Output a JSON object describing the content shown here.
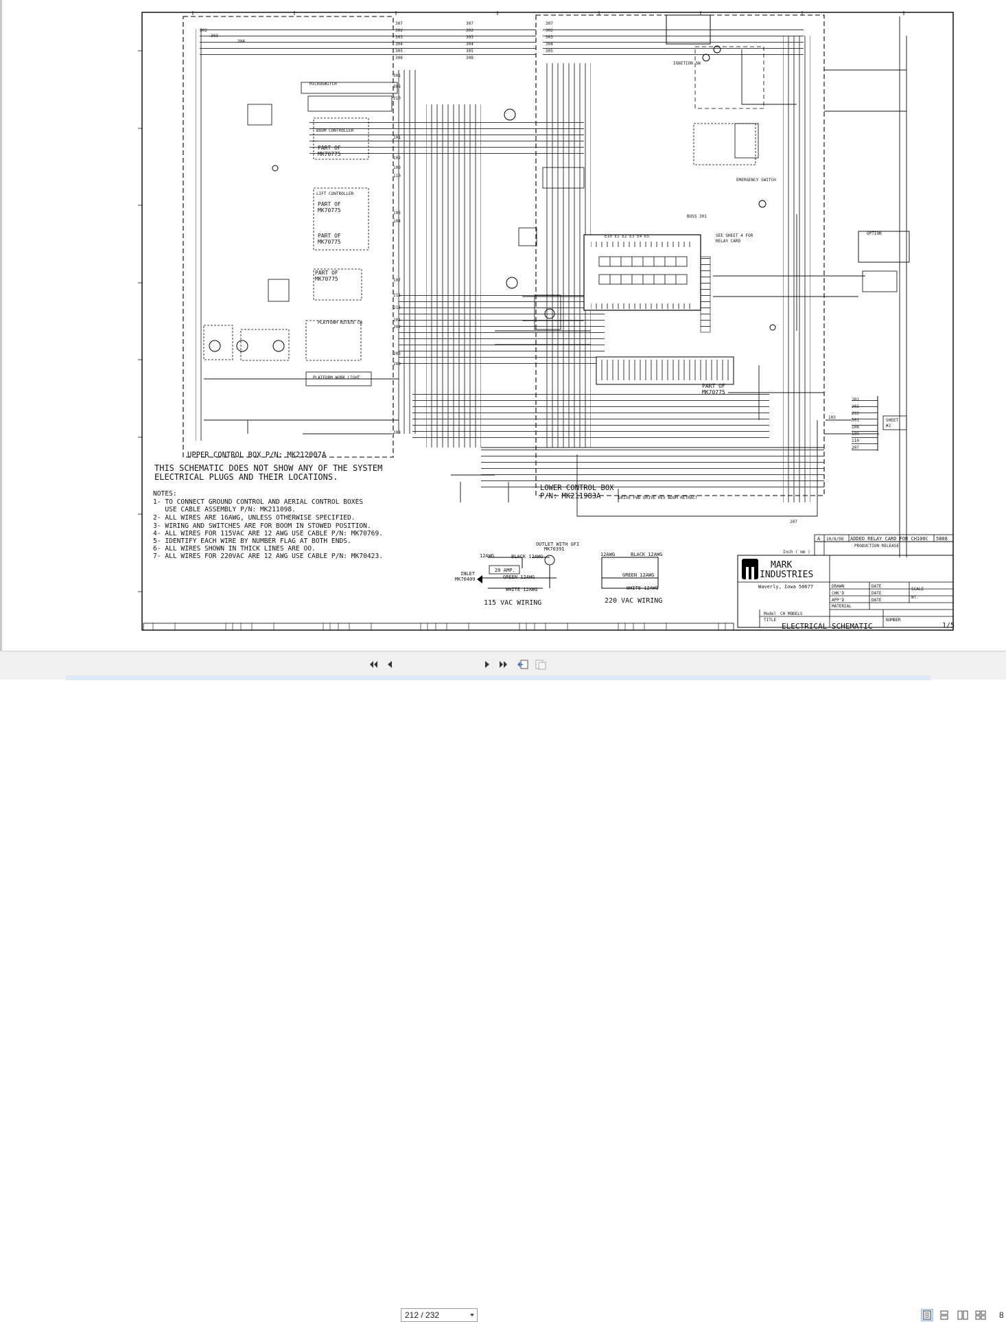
{
  "document": {
    "disclaimer_line1": "THIS SCHEMATIC DOES NOT SHOW ANY OF THE SYSTEM",
    "disclaimer_line2": "ELECTRICAL PLUGS AND THEIR LOCATIONS.",
    "notes_heading": "NOTES:",
    "notes": [
      "1- TO CONNECT GROUND CONTROL AND AERIAL CONTROL BOXES",
      "   USE CABLE ASSEMBLY P/N: MK211098.",
      "2- ALL WIRES ARE 16AWG, UNLESS OTHERWISE SPECIFIED.",
      "3- WIRING AND SWITCHES ARE FOR BOOM IN STOWED POSITION.",
      "4- ALL WIRES FOR 115VAC ARE 12 AWG USE CABLE P/N: MK70769.",
      "5- IDENTIFY EACH WIRE BY NUMBER FLAG AT BOTH ENDS.",
      "6- ALL WIRES SHOWN IN THICK LINES ARE OO.",
      "7- ALL WIRES FOR 220VAC ARE 12 AWG USE CABLE P/N: MK70423."
    ],
    "upper_box_label": "UPPER CONTROL BOX P/N: MK212007A",
    "lower_box_label_1": "LOWER CONTROL BOX",
    "lower_box_label_2": "P/N: MK211983A",
    "part_of": [
      "PART OF",
      "MK70775"
    ],
    "part_of_bottom": [
      "PART OF",
      "MK70775"
    ],
    "see_sheet": [
      "SEE SHEET 4 FOR",
      "RELAY CARD"
    ],
    "buss": "BUSS 301",
    "wiring_115": {
      "title": "115 VAC WIRING",
      "black": "BLACK 12AWG",
      "green": "GREEN 12AWG",
      "white": "WHITE 12AWG",
      "awg": "12AWG",
      "outlet": "OUTLET WITH GFI",
      "outlet_pn": "MK70391",
      "inlet": "INLET",
      "inlet_pn": "MK70409",
      "amp": "20 AMP."
    },
    "wiring_220": {
      "title": "220 VAC WIRING",
      "black": "BLACK 12AWG",
      "green": "GREEN 12AWG",
      "white": "WHITE 12AWG",
      "awg": "12AWG"
    },
    "title_block": {
      "rev": "A",
      "rev_date": "10/8/98",
      "rev_desc": "ADDED RELAY CARD FOR CH100C",
      "ecn": "5808",
      "release": "PRODUCTION RELEASE",
      "company_1": "MARK",
      "company_2": "INDUSTRIES",
      "city": "Waverly, Iowa 50677",
      "drawn": "DRAWN",
      "chkd": "CHK'D",
      "appd": "APP'D",
      "date": "DATE",
      "scale": "SCALE",
      "wt": "WT.",
      "material": "MATERIAL",
      "model_label": "Model",
      "model": "CH MODELS",
      "title_label": "TITLE",
      "number_label": "NUMBER",
      "title": "ELECTRICAL SCHEMATIC",
      "sheet": "1/5",
      "inch": "Inch ( mm )"
    },
    "sheet_ref": [
      "SHEET",
      "#2"
    ]
  },
  "toolbar": {
    "page_value": "212 / 232",
    "zoom_partial": "8"
  }
}
